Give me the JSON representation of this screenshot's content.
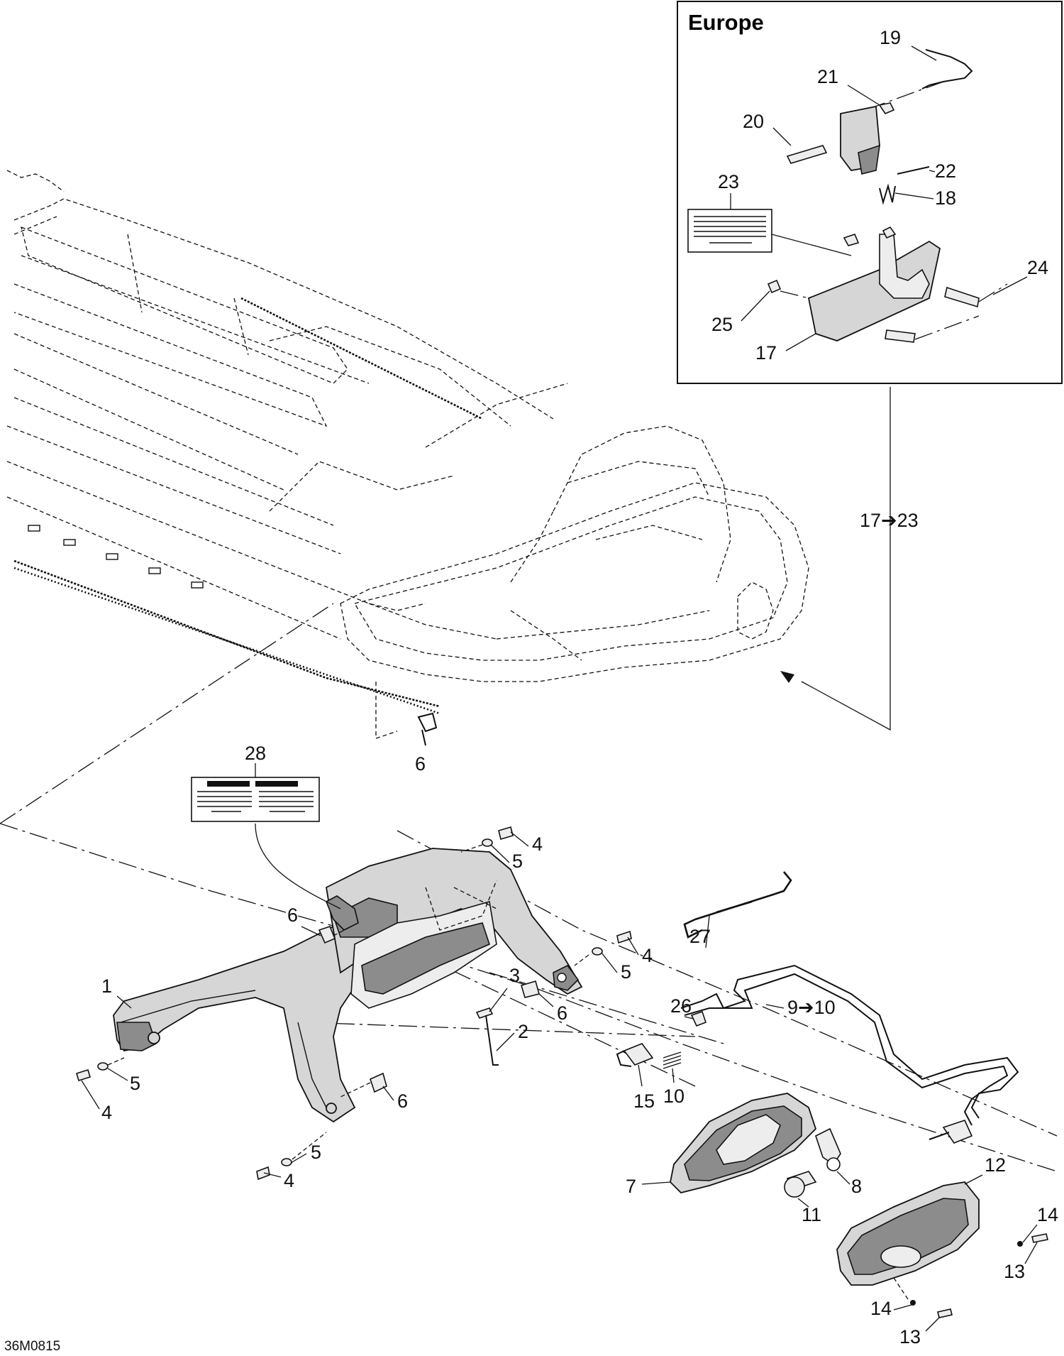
{
  "figure_code": "36M0815",
  "inset": {
    "title": "Europe",
    "range_label": "17➔23"
  },
  "callouts": {
    "c1": "1",
    "c2": "2",
    "c3": "3",
    "c4a": "4",
    "c4b": "4",
    "c4c": "4",
    "c4d": "4",
    "c5a": "5",
    "c5b": "5",
    "c5c": "5",
    "c5d": "5",
    "c6a": "6",
    "c6b": "6",
    "c6c": "6",
    "c6d": "6",
    "c7": "7",
    "c8": "8",
    "c9_10": "9➔10",
    "c10": "10",
    "c11": "11",
    "c12": "12",
    "c13a": "13",
    "c13b": "13",
    "c14a": "14",
    "c14b": "14",
    "c15": "15",
    "c17": "17",
    "c18": "18",
    "c19": "19",
    "c20": "20",
    "c21": "21",
    "c22": "22",
    "c23": "23",
    "c24": "24",
    "c25": "25",
    "c26": "26",
    "c27": "27",
    "c28": "28"
  }
}
